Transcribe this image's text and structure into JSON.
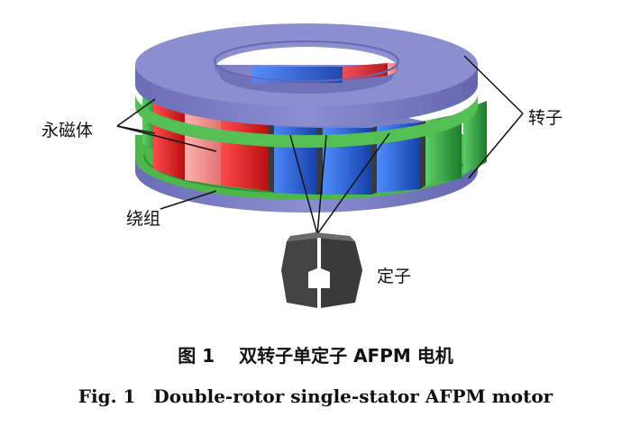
{
  "labels": {
    "magnet": "永磁体",
    "rotor": "转子",
    "winding": "绕组",
    "stator": "定子"
  },
  "caption": {
    "cn": "图 1　 双转子单定子 AFPM 电机",
    "en": "Fig. 1　Double-rotor single-stator AFPM motor"
  },
  "colors": {
    "rotor_top": "#8c8fcf",
    "rotor_side": "#7477bd",
    "rotor_dark": "#5c5fa3",
    "winding": "#5bc45b",
    "magnet_red": "#e02424",
    "magnet_pink": "#f28b8b",
    "magnet_blue": "#1f5fd6",
    "magnet_green": "#2e9e3a",
    "stator_core": "#404040"
  }
}
